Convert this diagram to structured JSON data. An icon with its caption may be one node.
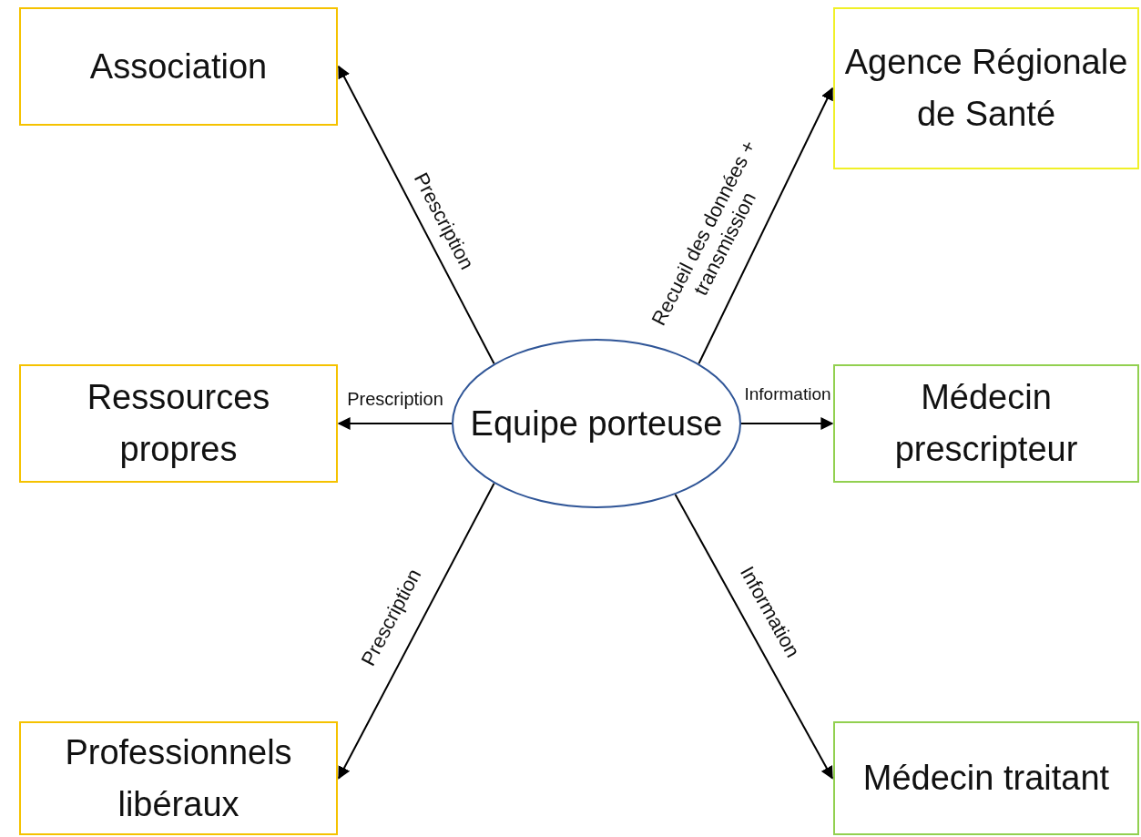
{
  "diagram": {
    "nodes": [
      {
        "text": [
          "Association"
        ]
      },
      {
        "text": [
          "Agence Régionale de Santé"
        ]
      },
      {
        "text": [
          "Ressources propres"
        ]
      },
      {
        "text": [
          "Equipe porteuse"
        ]
      },
      {
        "text": [
          "Médecin prescripteur"
        ]
      },
      {
        "text": [
          "Professionnels libéraux"
        ]
      },
      {
        "text": [
          "Médecin traitant"
        ]
      }
    ],
    "edges": [
      {
        "from": 3,
        "to": 0,
        "arrow": "to",
        "label": "Prescription"
      },
      {
        "from": 3,
        "to": 1,
        "arrow": "to",
        "label": "Recueil des données + transmission"
      },
      {
        "from": 3,
        "to": 2,
        "arrow": "to",
        "label": "Prescription"
      },
      {
        "from": 3,
        "to": 4,
        "arrow": "to",
        "label": "Information"
      },
      {
        "from": 3,
        "to": 5,
        "arrow": "to",
        "label": "Prescription"
      },
      {
        "from": 3,
        "to": 6,
        "arrow": "to",
        "label": "Information"
      }
    ]
  }
}
